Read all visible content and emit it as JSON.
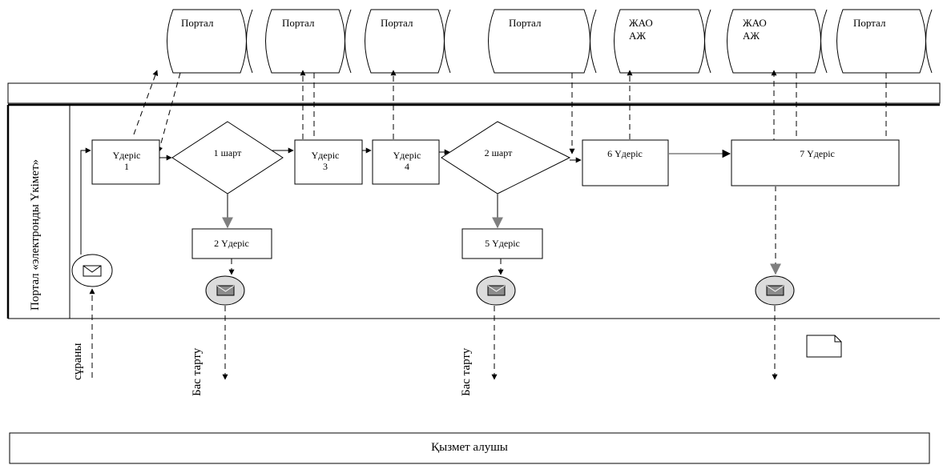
{
  "portals": [
    {
      "line1": "Портал",
      "line2": ""
    },
    {
      "line1": "Портал",
      "line2": ""
    },
    {
      "line1": "Портал",
      "line2": ""
    },
    {
      "line1": "Портал",
      "line2": ""
    },
    {
      "line1": "ЖАО",
      "line2": "АЖ"
    },
    {
      "line1": "ЖАО",
      "line2": "АЖ"
    },
    {
      "line1": "Портал",
      "line2": ""
    }
  ],
  "lane_label": "Портал «электронды Үкімет»",
  "steps": {
    "s1_line1": "Үдеріс",
    "s1_line2": "1",
    "d1": "1 шарт",
    "s2": "2 Үдеріс",
    "s3_line1": "Үдеріс",
    "s3_line2": "3",
    "s4_line1": "Үдеріс",
    "s4_line2": "4",
    "d2": "2 шарт",
    "s5": "5 Үдеріс",
    "s6": "6 Үдеріс",
    "s7": "7 Үдеріс"
  },
  "request_label": "сұраны",
  "refusal_1": "Бас тарту",
  "refusal_2": "Бас тарту",
  "service_receiver": "Қызмет алушы",
  "colors": {
    "line": "#000000",
    "grey_arrow": "#7f7f7f",
    "envelope_fill": "#dcdcdc",
    "envelope_dark": "#8c8c8c"
  }
}
